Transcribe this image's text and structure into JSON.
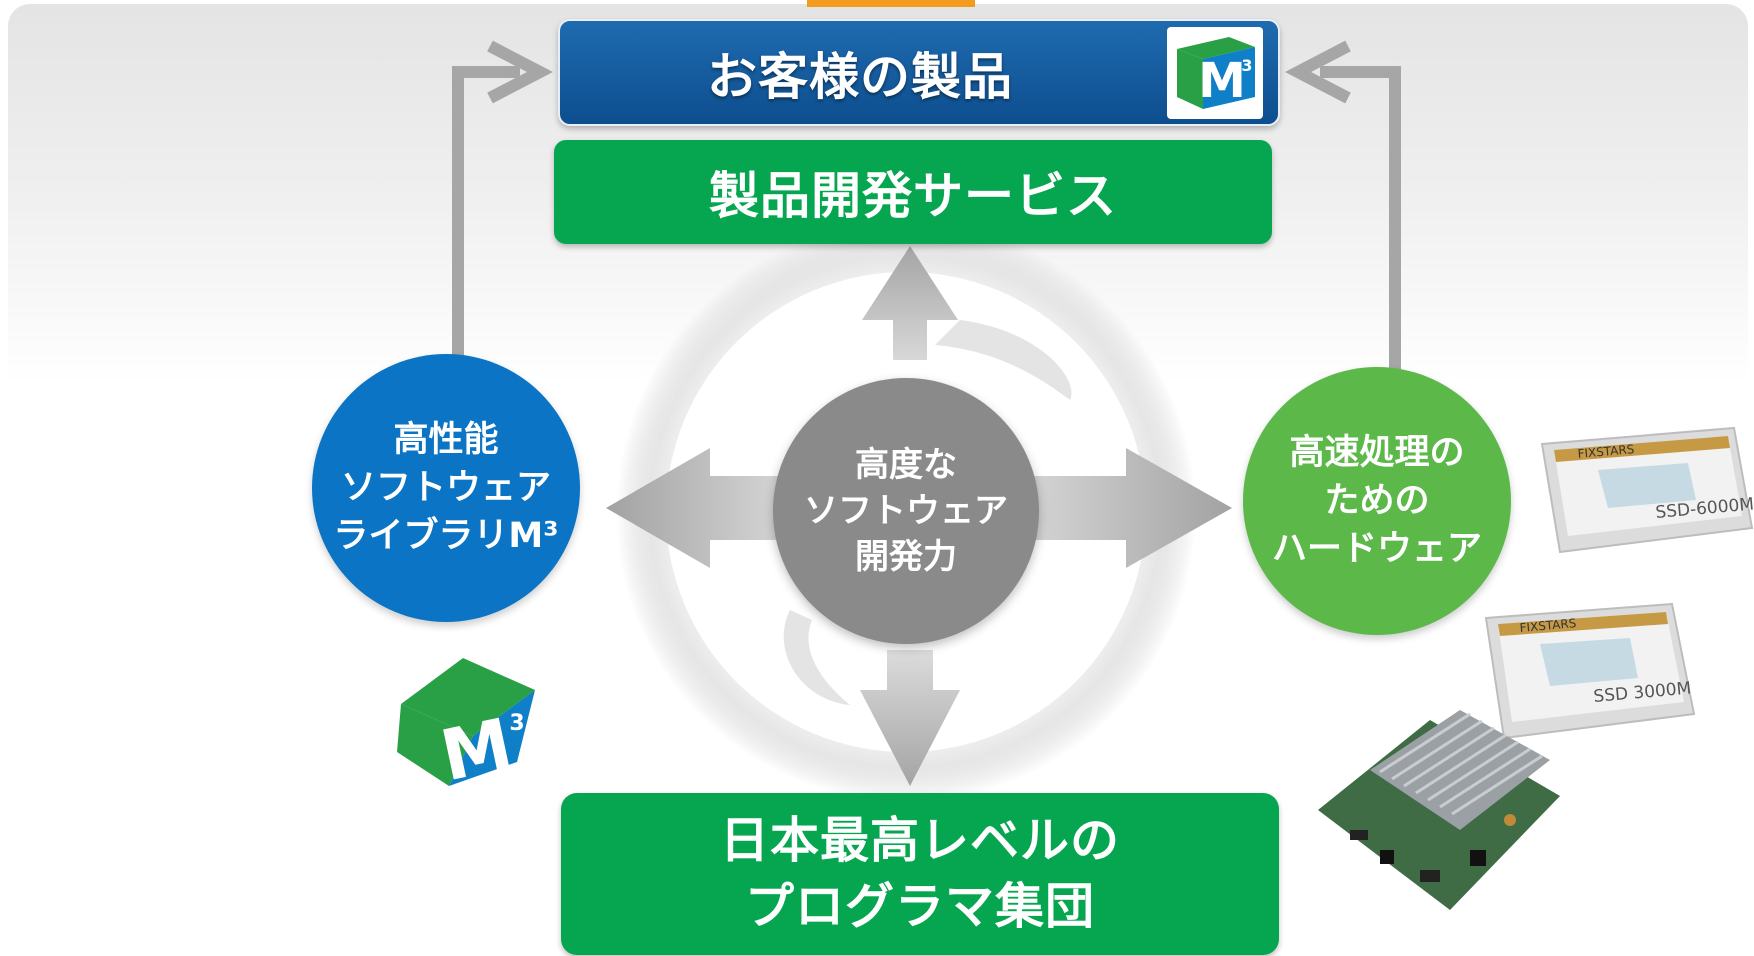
{
  "customer_product": {
    "label": "お客様の製品",
    "logo_text": "M",
    "logo_superscript": "3"
  },
  "product_dev_service": {
    "label": "製品開発サービス"
  },
  "core": {
    "lines": [
      "高度な",
      "ソフトウェア",
      "開発力"
    ]
  },
  "software_library": {
    "lines": [
      "高性能",
      "ソフトウェア",
      "ライブラリM³"
    ]
  },
  "hardware": {
    "lines": [
      "高速処理の",
      "ための",
      "ハードウェア"
    ]
  },
  "programmers": {
    "lines": [
      "日本最高レベルの",
      "プログラマ集団"
    ]
  },
  "m3_logo": {
    "text": "M",
    "superscript": "3"
  },
  "ssd_products": [
    {
      "brand": "FIXSTARS",
      "model": "SSD-6000M"
    },
    {
      "brand": "FIXSTARS",
      "model": "SSD 3000M"
    }
  ],
  "colors": {
    "navy": "#0d4e8e",
    "green": "#06a650",
    "blue": "#0b74c4",
    "light_green": "#5db84a",
    "gray": "#8a8a8a",
    "arrow_gray": "#a6a6a6",
    "orange_tab": "#f29b1d"
  }
}
